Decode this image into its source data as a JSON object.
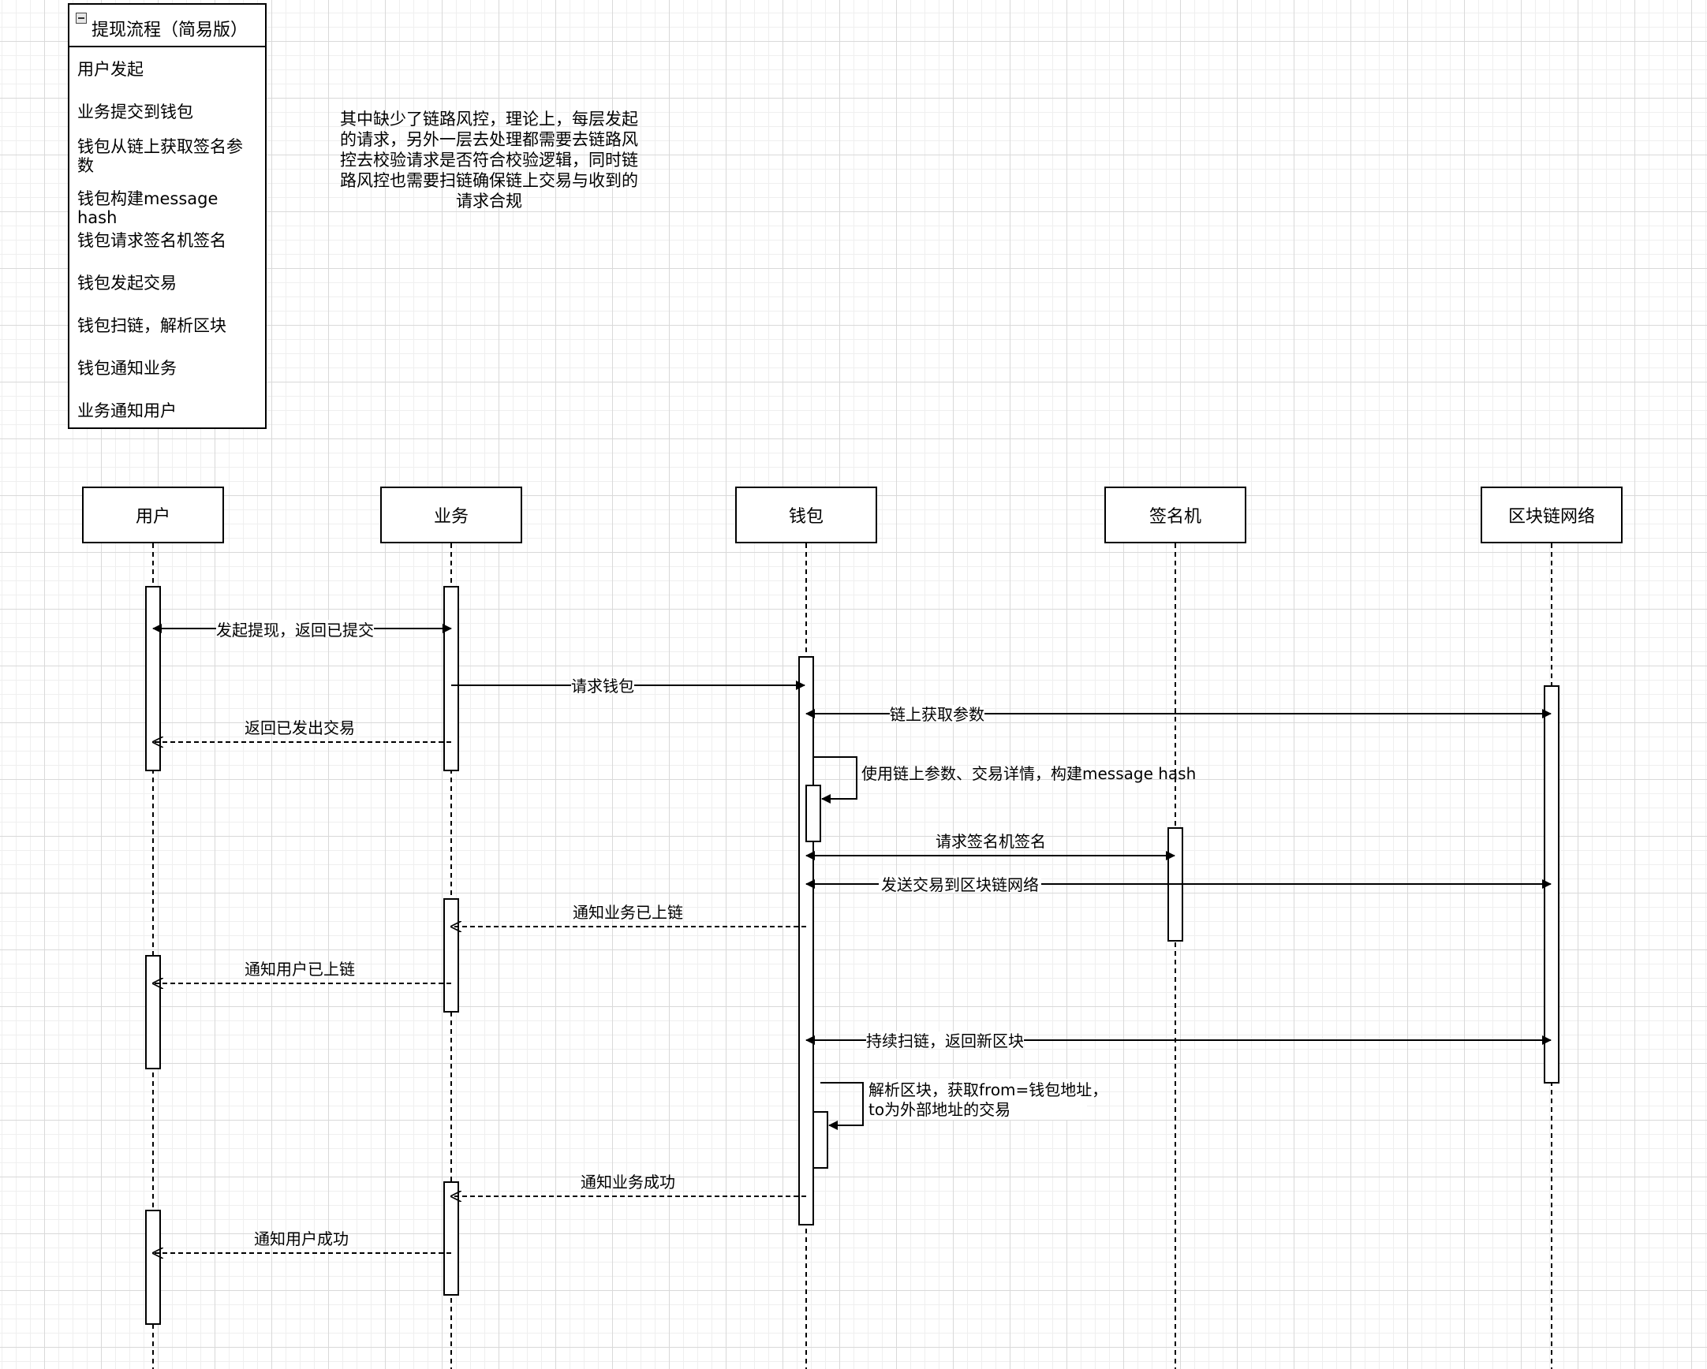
{
  "legend": {
    "title": "提现流程（简易版）",
    "items": [
      "用户发起",
      "业务提交到钱包",
      "钱包从链上获取签名参数",
      "钱包构建message hash",
      "钱包请求签名机签名",
      "钱包发起交易",
      "钱包扫链，解析区块",
      "钱包通知业务",
      "业务通知用户"
    ]
  },
  "note": "其中缺少了链路风控，理论上，每层发起的请求，另外一层去处理都需要去链路风控去校验请求是否符合校验逻辑，同时链路风控也需要扫链确保链上交易与收到的请求合规",
  "actors": [
    "用户",
    "业务",
    "钱包",
    "签名机",
    "区块链网络"
  ],
  "messages": [
    "发起提现，返回已提交",
    "请求钱包",
    "链上获取参数",
    "返回已发出交易",
    "使用链上参数、交易详情，构建message hash",
    "请求签名机签名",
    "发送交易到区块链网络",
    "通知业务已上链",
    "通知用户已上链",
    "持续扫链，返回新区块",
    "解析区块，获取from=钱包地址，",
    "to为外部地址的交易",
    "通知业务成功",
    "通知用户成功"
  ]
}
